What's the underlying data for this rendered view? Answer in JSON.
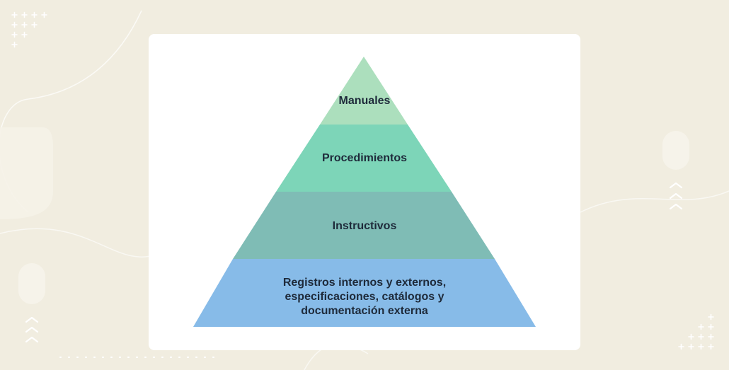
{
  "pyramid": {
    "levels": [
      {
        "label": "Manuales",
        "color": "#acdfbd"
      },
      {
        "label": "Procedimientos",
        "color": "#7dd5b8"
      },
      {
        "label": "Instructivos",
        "color": "#7fbcb5"
      },
      {
        "label": "Registros internos y externos,\nespecificaciones, catálogos y\ndocumentación externa",
        "color": "#87bbe8"
      }
    ]
  },
  "decor": {
    "background_color": "#f1ede0",
    "decoration_color": "#ffffff",
    "icons": [
      "plus-grid-icon",
      "chevron-up-icon",
      "dotted-line"
    ]
  }
}
